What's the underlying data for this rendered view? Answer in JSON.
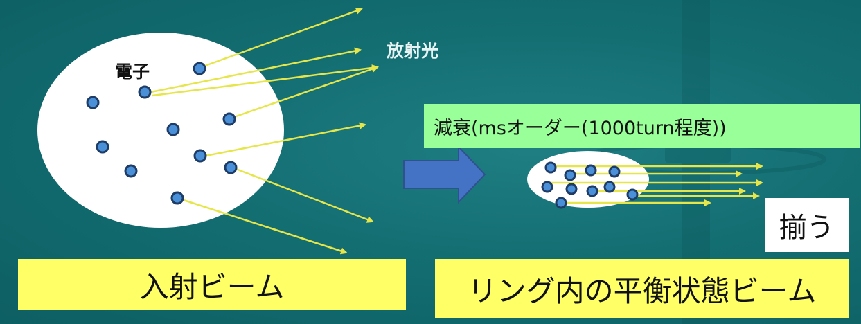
{
  "labels": {
    "electron": "電子",
    "radiation": "放射光",
    "damping": "減衰(msオーダー(1000turn程度))",
    "align": "揃う",
    "incident_beam": "入射ビーム",
    "equilibrium_beam": "リング内の平衡状態ビーム"
  },
  "colors": {
    "background": "#136e72",
    "ellipse": "#ffffff",
    "electron_fill": "#4a90d9",
    "electron_stroke": "#1e3c66",
    "radiation_arrow": "#e6e64a",
    "transition_arrow": "#4472c4",
    "label_yellow": "#ffff66",
    "label_green": "#99ff99"
  },
  "icons": [
    "electron-dot",
    "radiation-arrow",
    "transition-arrow"
  ]
}
